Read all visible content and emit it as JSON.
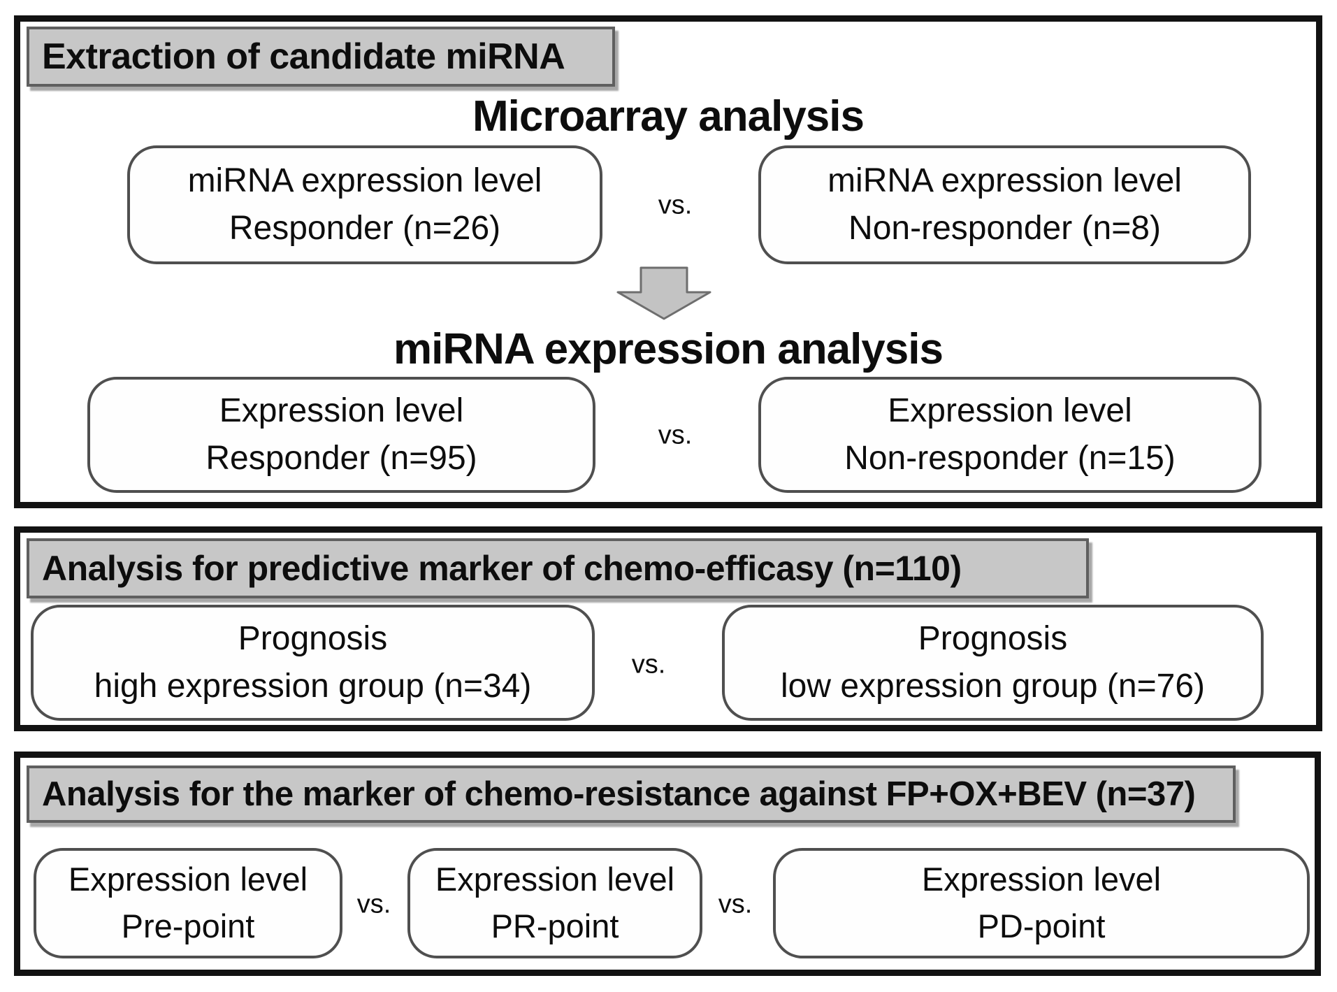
{
  "extraction": {
    "header": "Extraction of candidate miRNA",
    "microarray_title": "Microarray analysis",
    "microarray": {
      "left": {
        "line1": "miRNA expression level",
        "line2": "Responder (n=26)"
      },
      "vs": "vs.",
      "right": {
        "line1": "miRNA expression level",
        "line2": "Non-responder (n=8)"
      }
    },
    "arrow_icon": "down-block-arrow",
    "expression_title": "miRNA expression analysis",
    "expression": {
      "left": {
        "line1": "Expression level",
        "line2": "Responder (n=95)"
      },
      "vs": "vs.",
      "right": {
        "line1": "Expression level",
        "line2": "Non-responder (n=15)"
      }
    }
  },
  "predictive": {
    "header": "Analysis for predictive marker of chemo-efficasy (n=110)",
    "left": {
      "line1": "Prognosis",
      "line2": "high expression group (n=34)"
    },
    "vs": "vs.",
    "right": {
      "line1": "Prognosis",
      "line2": "low expression group (n=76)"
    }
  },
  "resistance": {
    "header": "Analysis for the marker of chemo-resistance against FP+OX+BEV (n=37)",
    "box1": {
      "line1": "Expression level",
      "line2": "Pre-point"
    },
    "vs1": "vs.",
    "box2": {
      "line1": "Expression level",
      "line2": "PR-point"
    },
    "vs2": "vs.",
    "box3": {
      "line1": "Expression level",
      "line2": "PD-point"
    }
  },
  "colors": {
    "header_fill": "#c7c7c7",
    "header_border": "#5f5f5f",
    "box_border": "#4f4f4f",
    "panel_border": "#121212",
    "arrow_fill": "#c3c3c3",
    "arrow_stroke": "#6e6e6e"
  }
}
